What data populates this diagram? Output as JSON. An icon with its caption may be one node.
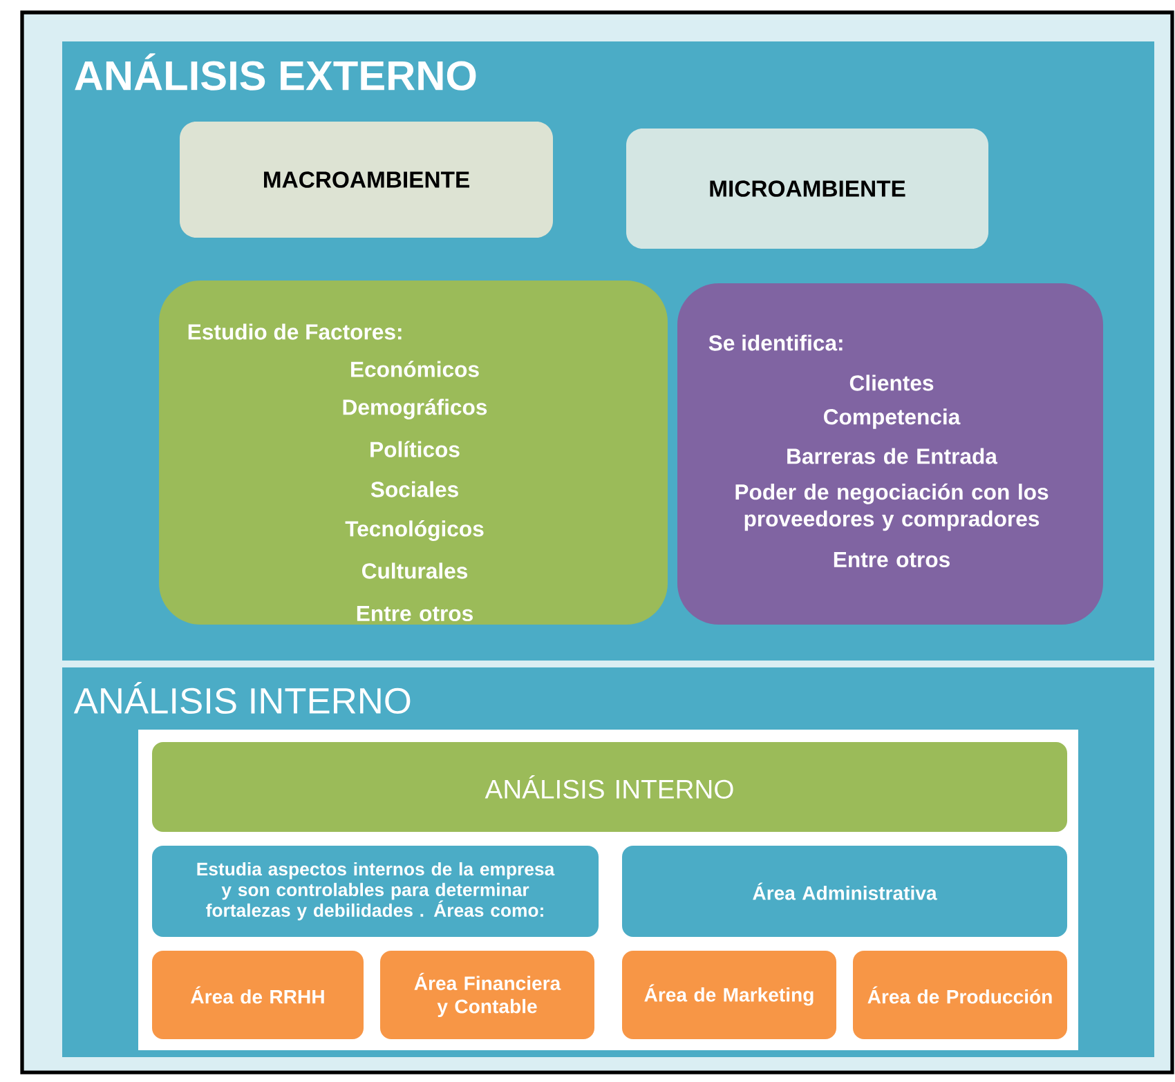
{
  "diagram": {
    "nodes": [
      {
        "text": [
          "ANÁLISIS EXTERNO"
        ]
      },
      {
        "text": [
          "MACROAMBIENTE"
        ],
        "in": 0
      },
      {
        "text": [
          "MICROAMBIENTE"
        ],
        "in": 0
      },
      {
        "text": [
          "Estudio de Factores:",
          "Económicos",
          "Demográficos",
          "Políticos",
          "Sociales",
          "Tecnológicos",
          "Culturales",
          "Entre otros"
        ],
        "in": 0
      },
      {
        "text": [
          "Se identifica:",
          "Clientes",
          "Competencia",
          "Barreras de Entrada",
          "Poder de negociación con los proveedores y compradores",
          "Entre otros"
        ],
        "in": 0
      },
      {
        "text": [
          "ANÁLISIS INTERNO"
        ]
      },
      {
        "text": [
          "ANÁLISIS INTERNO"
        ],
        "in": 5
      },
      {
        "text": [
          "Estudia aspectos internos de la empresa y son controlables para determinar fortalezas y debilidades . Áreas como:"
        ],
        "in": 5
      },
      {
        "text": [
          "Área Administrativa"
        ],
        "in": 5
      },
      {
        "text": [
          "Área de RRHH"
        ],
        "in": 5
      },
      {
        "text": [
          "Área Financiera y Contable"
        ],
        "in": 5
      },
      {
        "text": [
          "Área de Marketing"
        ],
        "in": 5
      },
      {
        "text": [
          "Área de Producción"
        ],
        "in": 5
      }
    ]
  }
}
